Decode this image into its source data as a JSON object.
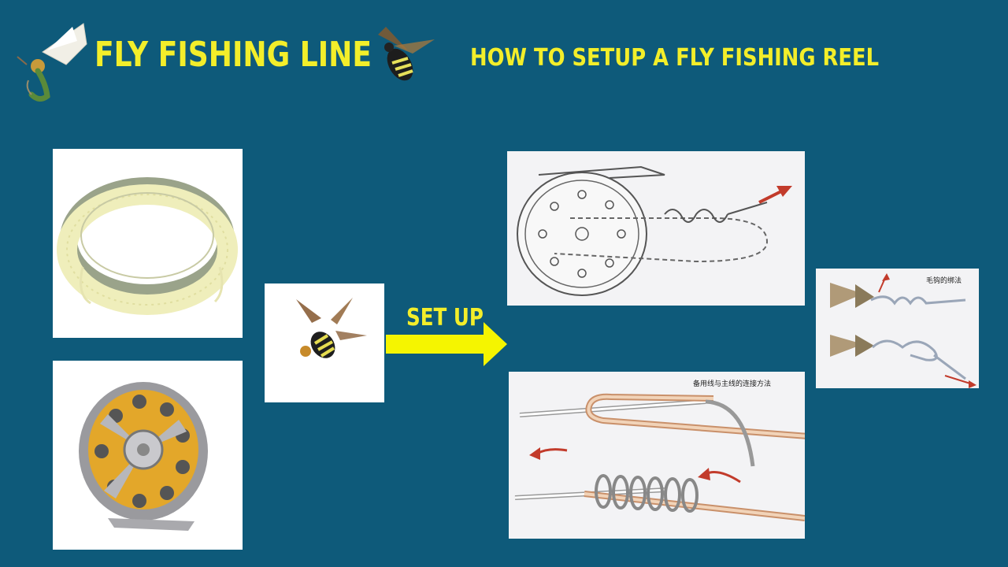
{
  "header": {
    "title": "FLY FISHING LINE",
    "subtitle": "HOW TO SETUP A FLY FISHING REEL"
  },
  "arrow": {
    "label": "SET UP"
  },
  "diagrams": {
    "line_join_caption": "备用线与主线的连接方法",
    "fly_knot_caption": "毛钩的绑法"
  },
  "colors": {
    "background": "#0e5a7a",
    "accent_yellow": "#f3ee2a",
    "arrow_yellow": "#f5f500"
  },
  "icons": [
    "fly-lure-icon",
    "bee-fly-icon"
  ]
}
